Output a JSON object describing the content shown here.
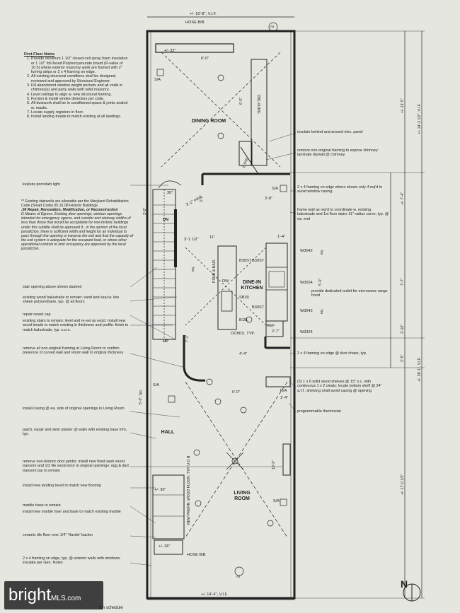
{
  "notes": {
    "title": "First Floor Notes",
    "items": [
      "Provide minimum 1 1/2\" closed-cell spray foam insulation or 1 1/2\" foil-faced Polyisocyanurate board (R-value of 10.5) where exterior masonry walls are framed with 2\" furring strips or 2 x 4 framing on edge.",
      "All existing structural conditions shall be designed, reviewed and approved by Structural Engineer.",
      "Fill abandoned window weight pockets and all voids in chimney(s) and party walls with solid masonry.",
      "Level ceilings to align w. new structural framing.",
      "Furnish & install smoke detectors per code.",
      "All ductwork shall be in conditioned space & joints sealed w. mastic.",
      "Locate supply registers in floor.",
      "Install landing treads to match existing at all landings."
    ]
  },
  "code_note": {
    "intro": "** Existing stairwells are allowable per the Maryland Rehabilitation Code (Smart Code) 05.16.08 Historic Buildings",
    "heading": ".06 Repair, Renovation, Modification, or Reconstruction",
    "body": "D Means of Egress. Existing door openings, window openings intended for emergency egress, and corridor and stairway widths of less than those that would be acceptable for non-historic buildings under this subtitle shall be approved if , in the opinion of the local jurisdiction, there is sufficient width and height for an individual to pass through the opening or traverse the exit and that the capacity of the exit system is adequate for the occupant load, or where other operational controls to limit occupancy are approved by the local jurisdiction."
  },
  "left_annotations": [
    "keyless porcelain light",
    "stair opening above shown dashed",
    "existing wood balustrade to remain; sand and seal w. low sheen polyurethane, typ. @ all floors",
    "repair newel cap",
    "existing stairs to remain: level and re-set as req'd. Install new wood treads to match existing in thickness and profile: finish to match balustrade, typ. u.o.n.",
    "remove all non-original framing at Living Room to confirm presence of curved wall and return wall to original thickness",
    "install casing @ ea. side of original openings in Living Room",
    "patch, repair and skim plaster @ walls with existing base trim, typ.",
    "remove non-historic door jambs: install new fixed sash wood transom and 1/2 lite wood door in original openings: egg & dart transom bar to remain",
    "install new landing tread to match new flooring",
    "marble base to remain",
    "install new marble riser and base to match existing marble",
    "ceramic tile floor over 1/4\" 'Hardie' backer",
    "2 x 4 framing on edge, typ. @ exterior walls with windows: insulate per Gen. Notes"
  ],
  "right_annotations": [
    "insulate behind and around elec. panel",
    "remove non-original framing to expose chimney: laminate drywall @ chimney",
    "2 x 4 framing on edge where shown only if req'd to avoid window casing",
    "frame wall as req'd to coordinate w. existing balustrade and 1st floor stairs 11\" radius curve, typ. @ ea. end",
    "provide dedicated outlet for microwave range hood",
    "2 x 4 framing on edge @ duct chase, typ.",
    "(5) 1 x 6 solid wood shelves @ 15\" o.c. with continuous 1 x 2 cleats: locate bottom shelf @ 24\" a.f.f.; shelving shall avoid casing @ opening",
    "programmable thermostat"
  ],
  "rooms": {
    "dining": "DINING ROOM",
    "kitchen": "DINE-IN KITCHEN",
    "hall": "HALL",
    "living": "LIVING ROOM"
  },
  "labels": {
    "hose_top": "HOSE BIB",
    "hose_bottom": "HOSE BIB",
    "dim_top": "+/- 10'-8\", V.I.F.",
    "dim_bottom": "+/- 14'-4\", V.I.F.",
    "section_top": "A5",
    "section_bottom": "A4",
    "dim_32": "+/- 32\"",
    "dim_6_0_top": "6'-0\"",
    "dim_6_0_v": "6'-0\"",
    "dbl_hung": "DBL HUNG",
    "e_pnl": "E PNL",
    "sa_1": "S/A",
    "sa_2": "S/A",
    "sa_3": "S/A",
    "sa_4": "S/A",
    "deg_30": "30°",
    "dim_3_0": "3'-0\"",
    "dim_3_1": "3'-1\" min.",
    "dim_3_8a": "3'-8\"",
    "dim_3_8b": "3'-8\"",
    "dn": "DN",
    "up": "UP",
    "dim_3_1_5": "3'-1 1/2\"",
    "dim_11": "11\"",
    "dim_1_4": "1'-4\"",
    "w3042a": "W3042",
    "w3024": "W3024",
    "w3042b": "W3042",
    "w3324": "W3324",
    "b30st_1": "B30ST",
    "b30st_2": "B30ST",
    "b30st_3": "B30ST",
    "sb30": "SB30",
    "b15l": "B15L",
    "dw": "DW",
    "pshr": "PSHR & BAIS",
    "ref": "REF",
    "dim_2_7": "2'-7\"",
    "ocm15": "OCM15, TYP.",
    "dim_4_4": "4'-4\"",
    "eq_1": "eq.",
    "eq_2": "eq.",
    "eq_3": "eq.",
    "dim_7_1": "7'-1\"",
    "dim_5_0": "5'-0\"",
    "dim_6_0_hall": "6'-0\"",
    "ra": "R/A",
    "dim_1_4b": "1'-4\"",
    "dim_5_0_typ": "5'-0\", typ.",
    "dim_10_0": "10'-0\"",
    "floor_note": "NEW PREFIN. WOOD FLOOR, TYP. U.O.N.",
    "dim_30": "+/- 30\"",
    "dim_36": "+/- 36\"",
    "rd_13_5": "+/- 13'-5\"",
    "rd_14_2": "+/- 14'-2 1/2\", V.I.F.",
    "rd_7_4": "+/- 7'-4\"",
    "rd_7_7": "7'-7\"",
    "rd_2_10": "2'-10\"",
    "rd_2_5": "2'-5\"",
    "rd_38_1": "+/- 38'-1\", V.I.F.",
    "rd_17_0": "+/- 17'-0 1/2\"",
    "north": "N"
  },
  "watermark": {
    "brand": "bright",
    "suffix": "MLS.com"
  },
  "footer": "ion schedule"
}
